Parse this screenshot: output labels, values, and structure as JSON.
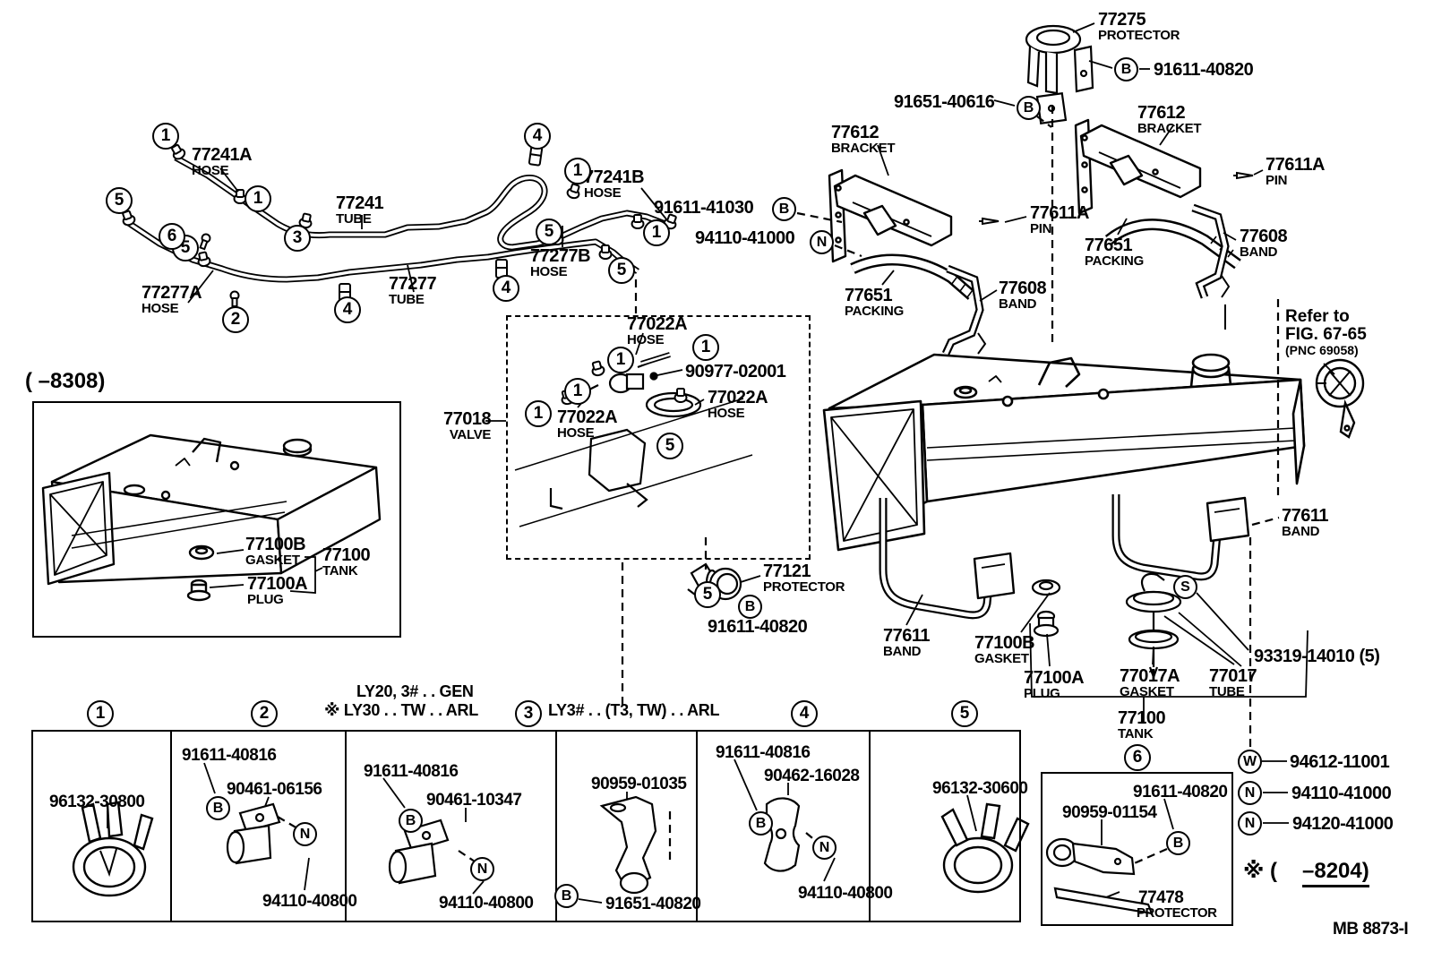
{
  "doc": {
    "code": "MB 8873-I",
    "inset_range": "(      –8308)",
    "asterisk_range": "※ (",
    "asterisk_range2": "–8204)",
    "refer": {
      "line1": "Refer to",
      "line2": "FIG. 67-65",
      "line3": "(PNC 69058)"
    }
  },
  "variant_header": {
    "line1": "LY20, 3# . . GEN",
    "line2_left": "※ LY30 . . TW . . ARL",
    "line2_right": "LY3# . . (T3, TW) . . ARL"
  },
  "callouts": {
    "c1": "1",
    "c2": "2",
    "c3": "3",
    "c4": "4",
    "c5": "5",
    "c6": "6"
  },
  "symbols": {
    "B": "B",
    "N": "N",
    "S": "S",
    "W": "W"
  },
  "parts": {
    "p77241a": {
      "num": "77241A",
      "name": "HOSE"
    },
    "p77241": {
      "num": "77241",
      "name": "TUBE"
    },
    "p77277a": {
      "num": "77277A",
      "name": "HOSE"
    },
    "p77277": {
      "num": "77277",
      "name": "TUBE"
    },
    "p77277b": {
      "num": "77277B",
      "name": "HOSE"
    },
    "p77241b": {
      "num": "77241B",
      "name": "HOSE"
    },
    "p77018": {
      "num": "77018",
      "name": "VALVE"
    },
    "p77022a_top": {
      "num": "77022A",
      "name": "HOSE"
    },
    "p90977": {
      "num": "90977-02001"
    },
    "p77022a_right": {
      "num": "77022A",
      "name": "HOSE"
    },
    "p77022a_left": {
      "num": "77022A",
      "name": "HOSE"
    },
    "p77121": {
      "num": "77121",
      "name": "PROTECTOR"
    },
    "p91611_40820_mid": {
      "num": "91611-40820"
    },
    "p77612_left": {
      "num": "77612",
      "name": "BRACKET"
    },
    "p91611_41030": {
      "num": "91611-41030"
    },
    "p94110_41000_mid": {
      "num": "94110-41000"
    },
    "p77651_left": {
      "num": "77651",
      "name": "PACKING"
    },
    "p77608_left": {
      "num": "77608",
      "name": "BAND"
    },
    "p77275": {
      "num": "77275",
      "name": "PROTECTOR"
    },
    "p91611_40820_top": {
      "num": "91611-40820"
    },
    "p91651_40616": {
      "num": "91651-40616"
    },
    "p77612_right": {
      "num": "77612",
      "name": "BRACKET"
    },
    "p77611a_right": {
      "num": "77611A",
      "name": "PIN"
    },
    "p77651_right": {
      "num": "77651",
      "name": "PACKING"
    },
    "p77608_right": {
      "num": "77608",
      "name": "BAND"
    },
    "p77611a_left": {
      "num": "77611A",
      "name": "PIN"
    },
    "p77611_right": {
      "num": "77611",
      "name": "BAND"
    },
    "p77611_bottom": {
      "num": "77611",
      "name": "BAND"
    },
    "p77100b_mid": {
      "num": "77100B",
      "name": "GASKET"
    },
    "p77100a_mid": {
      "num": "77100A",
      "name": "PLUG"
    },
    "p77017a": {
      "num": "77017A",
      "name": "GASKET"
    },
    "p77017": {
      "num": "77017",
      "name": "TUBE"
    },
    "p93319": {
      "num": "93319-14010 (5)"
    },
    "p77100_mid": {
      "num": "77100",
      "name": "TANK"
    },
    "inset_77100b": {
      "num": "77100B",
      "name": "GASKET"
    },
    "inset_77100": {
      "num": "77100",
      "name": "TANK"
    },
    "inset_77100a": {
      "num": "77100A",
      "name": "PLUG"
    }
  },
  "legend": [
    {
      "sym": "W",
      "num": "94612-11001"
    },
    {
      "sym": "N",
      "num": "94110-41000"
    },
    {
      "sym": "N",
      "num": "94120-41000"
    }
  ],
  "cells": {
    "c1": {
      "p1": "96132-30800"
    },
    "c2": {
      "p1": "91611-40816",
      "p2": "90461-06156",
      "p3": "94110-40800"
    },
    "c3a": {
      "p1": "91611-40816",
      "p2": "90461-10347",
      "p3": "94110-40800"
    },
    "c3b": {
      "p1": "90959-01035",
      "p2": "91651-40820"
    },
    "c4": {
      "p1": "91611-40816",
      "p2": "90462-16028",
      "p3": "94110-40800"
    },
    "c5": {
      "p1": "96132-30600"
    },
    "c6": {
      "p1": "91611-40820",
      "p2": "90959-01154",
      "p3num": "77478",
      "p3name": "PROTECTOR"
    }
  }
}
